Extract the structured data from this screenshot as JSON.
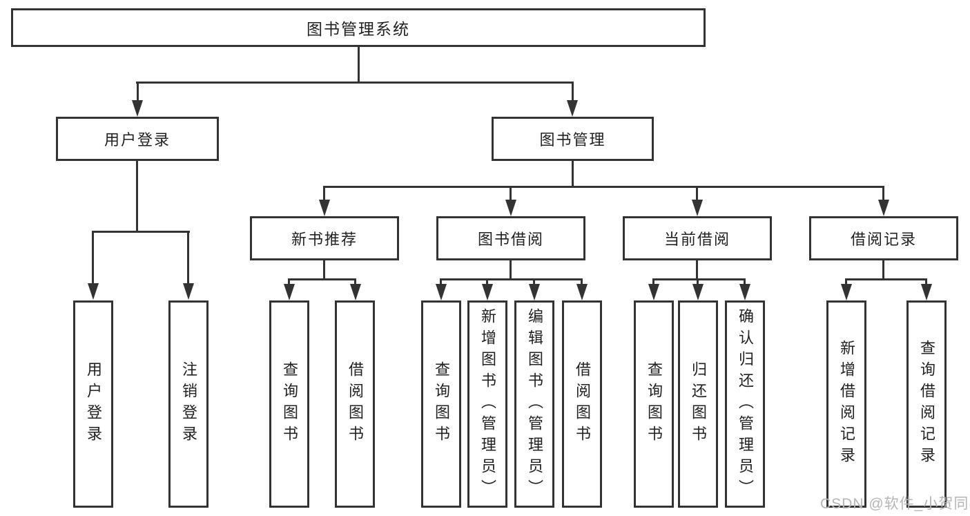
{
  "nodes": {
    "root": "图书管理系统",
    "user_login": "用户登录",
    "book_mgmt": "图书管理",
    "new_books": "新书推荐",
    "book_borrow": "图书借阅",
    "current_borrow": "当前借阅",
    "borrow_records": "借阅记录",
    "leaves": [
      "用户登录",
      "注销登录",
      "查询图书",
      "借阅图书",
      "查询图书",
      "新增图书（管理员）",
      "编辑图书（管理员）",
      "借阅图书",
      "查询图书",
      "归还图书",
      "确认归还（管理员）",
      "新增借阅记录",
      "查询借阅记录"
    ]
  },
  "structure": {
    "图书管理系统": [
      "用户登录",
      "图书管理"
    ],
    "用户登录": [
      "用户登录",
      "注销登录"
    ],
    "图书管理": [
      "新书推荐",
      "图书借阅",
      "当前借阅",
      "借阅记录"
    ],
    "新书推荐": [
      "查询图书",
      "借阅图书"
    ],
    "图书借阅": [
      "查询图书",
      "新增图书（管理员）",
      "编辑图书（管理员）",
      "借阅图书"
    ],
    "当前借阅": [
      "查询图书",
      "归还图书",
      "确认归还（管理员）"
    ],
    "借阅记录": [
      "新增借阅记录",
      "查询借阅记录"
    ]
  },
  "watermark": "CSDN @软件_小贺同学",
  "colors": {
    "line": "#333333",
    "text": "#212121",
    "background": "#ffffff",
    "watermark": "#b5b5b5"
  }
}
